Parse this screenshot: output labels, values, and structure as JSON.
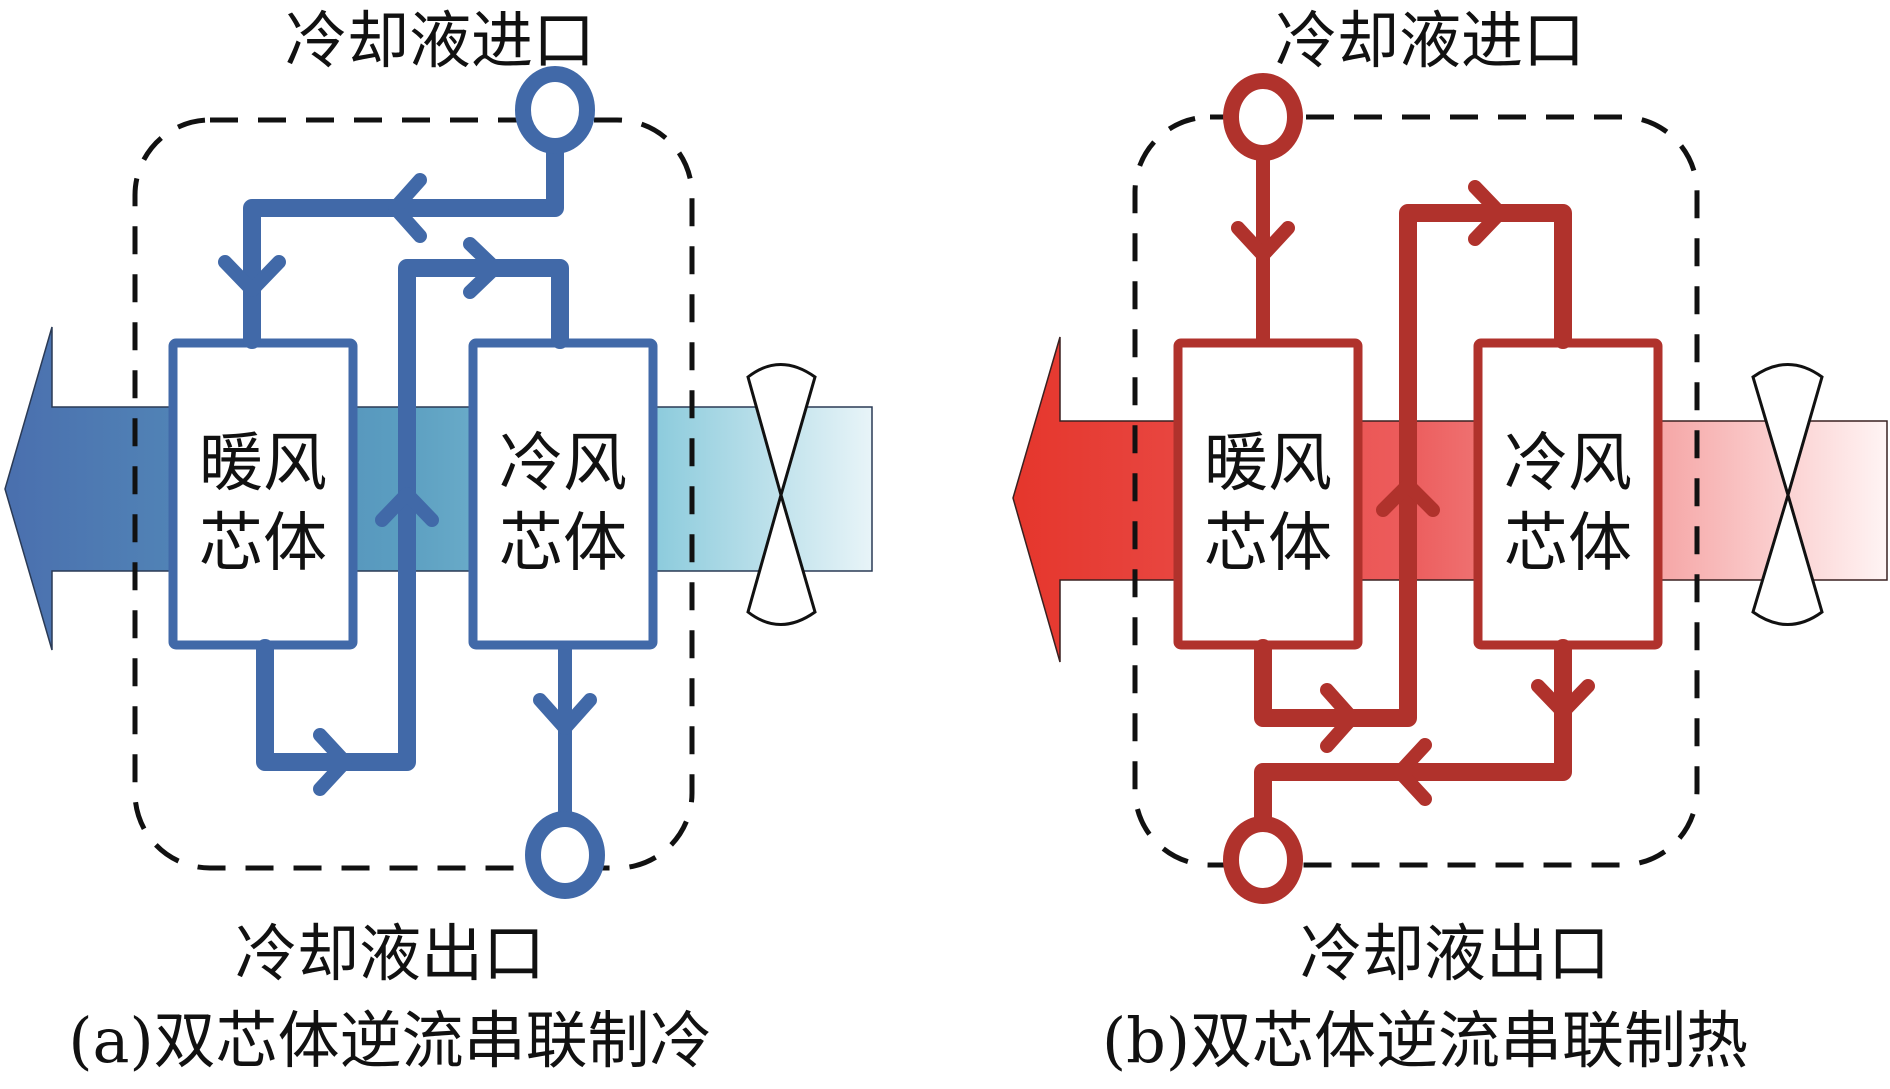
{
  "figure": {
    "panels": [
      {
        "id": "a",
        "mode": "cooling",
        "caption": "(a)双芯体逆流串联制冷",
        "inlet_label": "冷却液进口",
        "outlet_label": "冷却液出口",
        "warm_core": [
          "暖风",
          "芯体"
        ],
        "cold_core": [
          "冷风",
          "芯体"
        ],
        "colors": {
          "pipe": "#4169a8",
          "air_dark": "#4a78b0",
          "air_mid": "#5aa0c0",
          "air_light": "#e6f3f8"
        },
        "flow_description": "Inlet feeds warm core first, warm core outlet flows to cold core, cold core exits to outlet"
      },
      {
        "id": "b",
        "mode": "heating",
        "caption": "(b)双芯体逆流串联制热",
        "inlet_label": "冷却液进口",
        "outlet_label": "冷却液出口",
        "warm_core": [
          "暖风",
          "芯体"
        ],
        "cold_core": [
          "冷风",
          "芯体"
        ],
        "colors": {
          "pipe": "#b0322c",
          "air_dark": "#e5392f",
          "air_mid": "#ec6a6a",
          "air_light": "#fdecec"
        },
        "flow_description": "Inlet feeds warm core first, warm core outlet flows to cold core, cold core exits to outlet"
      }
    ],
    "components": {
      "boundary": "dashed-module-boundary",
      "fan": "fan-icon",
      "airflow": "airflow-arrow-left"
    }
  }
}
